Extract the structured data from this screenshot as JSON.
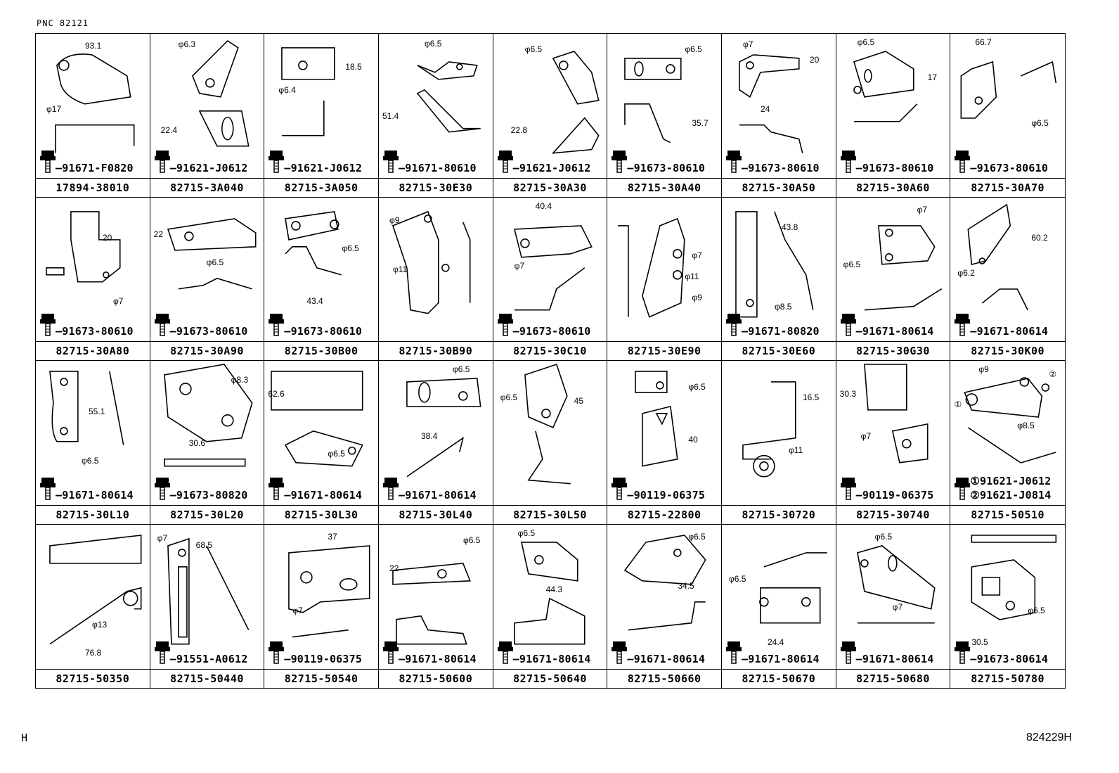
{
  "header": {
    "pnc": "PNC 82121"
  },
  "footer": {
    "page_code": "H",
    "figure_id": "824229H"
  },
  "cells": [
    {
      "part": "17894-38010",
      "bolts": [
        "91671-F0820"
      ],
      "dims": [
        "93.1",
        "φ17"
      ]
    },
    {
      "part": "82715-3A040",
      "bolts": [
        "91621-J0612"
      ],
      "dims": [
        "φ6.3",
        "22.4"
      ]
    },
    {
      "part": "82715-3A050",
      "bolts": [
        "91621-J0612"
      ],
      "dims": [
        "18.5",
        "φ6.4"
      ]
    },
    {
      "part": "82715-30E30",
      "bolts": [
        "91671-80610"
      ],
      "dims": [
        "φ6.5",
        "51.4"
      ]
    },
    {
      "part": "82715-30A30",
      "bolts": [
        "91621-J0612"
      ],
      "dims": [
        "φ6.5",
        "22.8"
      ]
    },
    {
      "part": "82715-30A40",
      "bolts": [
        "91673-80610"
      ],
      "dims": [
        "φ6.5",
        "35.7"
      ]
    },
    {
      "part": "82715-30A50",
      "bolts": [
        "91673-80610"
      ],
      "dims": [
        "φ7",
        "20",
        "24"
      ]
    },
    {
      "part": "82715-30A60",
      "bolts": [
        "91673-80610"
      ],
      "dims": [
        "φ6.5",
        "17"
      ]
    },
    {
      "part": "82715-30A70",
      "bolts": [
        "91673-80610"
      ],
      "dims": [
        "66.7",
        "φ6.5"
      ]
    },
    {
      "part": "82715-30A80",
      "bolts": [
        "91673-80610"
      ],
      "dims": [
        "20",
        "φ7"
      ]
    },
    {
      "part": "82715-30A90",
      "bolts": [
        "91673-80610"
      ],
      "dims": [
        "22",
        "φ6.5"
      ]
    },
    {
      "part": "82715-30B00",
      "bolts": [
        "91673-80610"
      ],
      "dims": [
        "φ6.5",
        "43.4"
      ]
    },
    {
      "part": "82715-30B90",
      "bolts": [],
      "dims": [
        "φ9",
        "φ11"
      ]
    },
    {
      "part": "82715-30C10",
      "bolts": [
        "91673-80610"
      ],
      "dims": [
        "40.4",
        "φ7"
      ]
    },
    {
      "part": "82715-30E90",
      "bolts": [],
      "dims": [
        "φ7",
        "φ11",
        "φ9"
      ]
    },
    {
      "part": "82715-30E60",
      "bolts": [
        "91671-80820"
      ],
      "dims": [
        "43.8",
        "φ8.5"
      ]
    },
    {
      "part": "82715-30G30",
      "bolts": [
        "91671-80614"
      ],
      "dims": [
        "φ7",
        "φ6.5"
      ]
    },
    {
      "part": "82715-30K00",
      "bolts": [
        "91671-80614"
      ],
      "dims": [
        "60.2",
        "φ6.2"
      ]
    },
    {
      "part": "82715-30L10",
      "bolts": [
        "91671-80614"
      ],
      "dims": [
        "55.1",
        "φ6.5"
      ]
    },
    {
      "part": "82715-30L20",
      "bolts": [
        "91673-80820"
      ],
      "dims": [
        "φ8.3",
        "30.6"
      ]
    },
    {
      "part": "82715-30L30",
      "bolts": [
        "91671-80614"
      ],
      "dims": [
        "62.6",
        "φ6.5"
      ]
    },
    {
      "part": "82715-30L40",
      "bolts": [
        "91671-80614"
      ],
      "dims": [
        "φ6.5",
        "38.4"
      ]
    },
    {
      "part": "82715-30L50",
      "bolts": [],
      "dims": [
        "φ6.5",
        "45"
      ]
    },
    {
      "part": "82715-22800",
      "bolts": [
        "90119-06375"
      ],
      "dims": [
        "φ6.5",
        "40"
      ]
    },
    {
      "part": "82715-30720",
      "bolts": [],
      "dims": [
        "16.5",
        "φ11"
      ]
    },
    {
      "part": "82715-30740",
      "bolts": [
        "90119-06375"
      ],
      "dims": [
        "30.3",
        "φ7"
      ]
    },
    {
      "part": "82715-50510",
      "bolts": [
        "①91621-J0612",
        "②91621-J0814"
      ],
      "dims": [
        "φ9",
        "②",
        "①",
        "φ8.5"
      ]
    },
    {
      "part": "82715-50350",
      "bolts": [],
      "dims": [
        "φ13",
        "76.8"
      ]
    },
    {
      "part": "82715-50440",
      "bolts": [
        "91551-A0612"
      ],
      "dims": [
        "φ7",
        "68.5"
      ]
    },
    {
      "part": "82715-50540",
      "bolts": [
        "90119-06375"
      ],
      "dims": [
        "37",
        "φ7"
      ]
    },
    {
      "part": "82715-50600",
      "bolts": [
        "91671-80614"
      ],
      "dims": [
        "φ6.5",
        "22"
      ]
    },
    {
      "part": "82715-50640",
      "bolts": [
        "91671-80614"
      ],
      "dims": [
        "φ6.5",
        "44.3"
      ]
    },
    {
      "part": "82715-50660",
      "bolts": [
        "91671-80614"
      ],
      "dims": [
        "φ6.5",
        "34.5"
      ]
    },
    {
      "part": "82715-50670",
      "bolts": [
        "91671-80614"
      ],
      "dims": [
        "φ6.5",
        "24.4"
      ]
    },
    {
      "part": "82715-50680",
      "bolts": [
        "91671-80614"
      ],
      "dims": [
        "φ6.5",
        "φ7"
      ]
    },
    {
      "part": "82715-50780",
      "bolts": [
        "91673-80614"
      ],
      "dims": [
        "φ6.5",
        "30.5"
      ]
    }
  ]
}
